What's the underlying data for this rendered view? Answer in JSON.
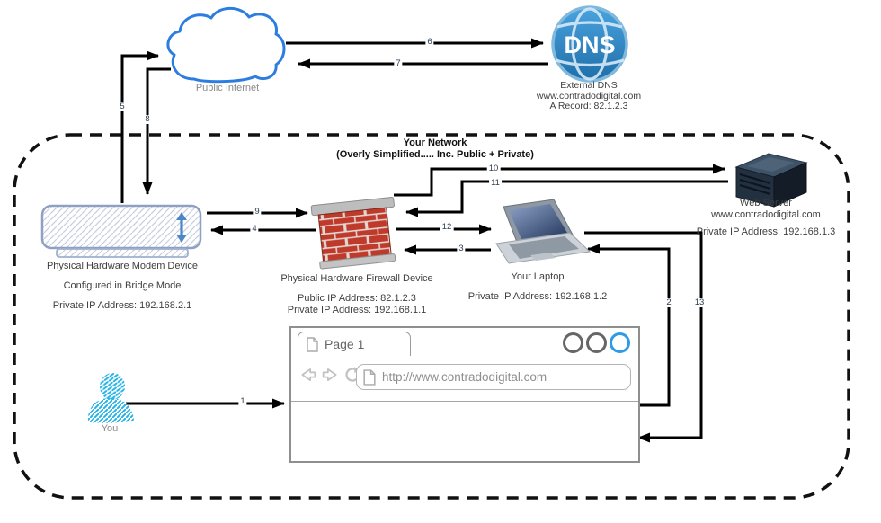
{
  "diagram": {
    "cloud_label": "Public Internet",
    "network_title": "Your Network",
    "network_subtitle": "(Overly Simplified..... Inc. Public + Private)"
  },
  "dns": {
    "badge": "DNS",
    "name": "External DNS",
    "domain": "www.contradodigital.com",
    "record": "A Record: 82.1.2.3"
  },
  "modem": {
    "name": "Physical Hardware Modem Device",
    "mode": "Configured in Bridge Mode",
    "ip": "Private IP Address: 192.168.2.1"
  },
  "firewall": {
    "name": "Physical Hardware Firewall Device",
    "public_ip": "Public IP Address: 82.1.2.3",
    "private_ip": "Private IP Address: 192.168.1.1"
  },
  "laptop": {
    "name": "Your Laptop",
    "ip": "Private IP Address: 192.168.1.2"
  },
  "webserver": {
    "name": "Web Server",
    "domain": "www.contradodigital.com",
    "ip": "Private IP Address: 192.168.1.3"
  },
  "person": {
    "label": "You"
  },
  "browser": {
    "tab_label": "Page 1",
    "url": "http://www.contradodigital.com"
  },
  "steps": {
    "s1": "1",
    "s2": "2",
    "s3": "3",
    "s4": "4",
    "s5": "5",
    "s6": "6",
    "s7": "7",
    "s8": "8",
    "s9": "9",
    "s10": "10",
    "s11": "11",
    "s12": "12",
    "s13": "13"
  },
  "colors": {
    "cloud_stroke": "#2d7de0",
    "dns_fill": "#2e86c1",
    "window_accent": "#2e9be6",
    "person_fill": "#25b2e8",
    "brick_red": "#bf3a2a",
    "line": "#000000"
  }
}
